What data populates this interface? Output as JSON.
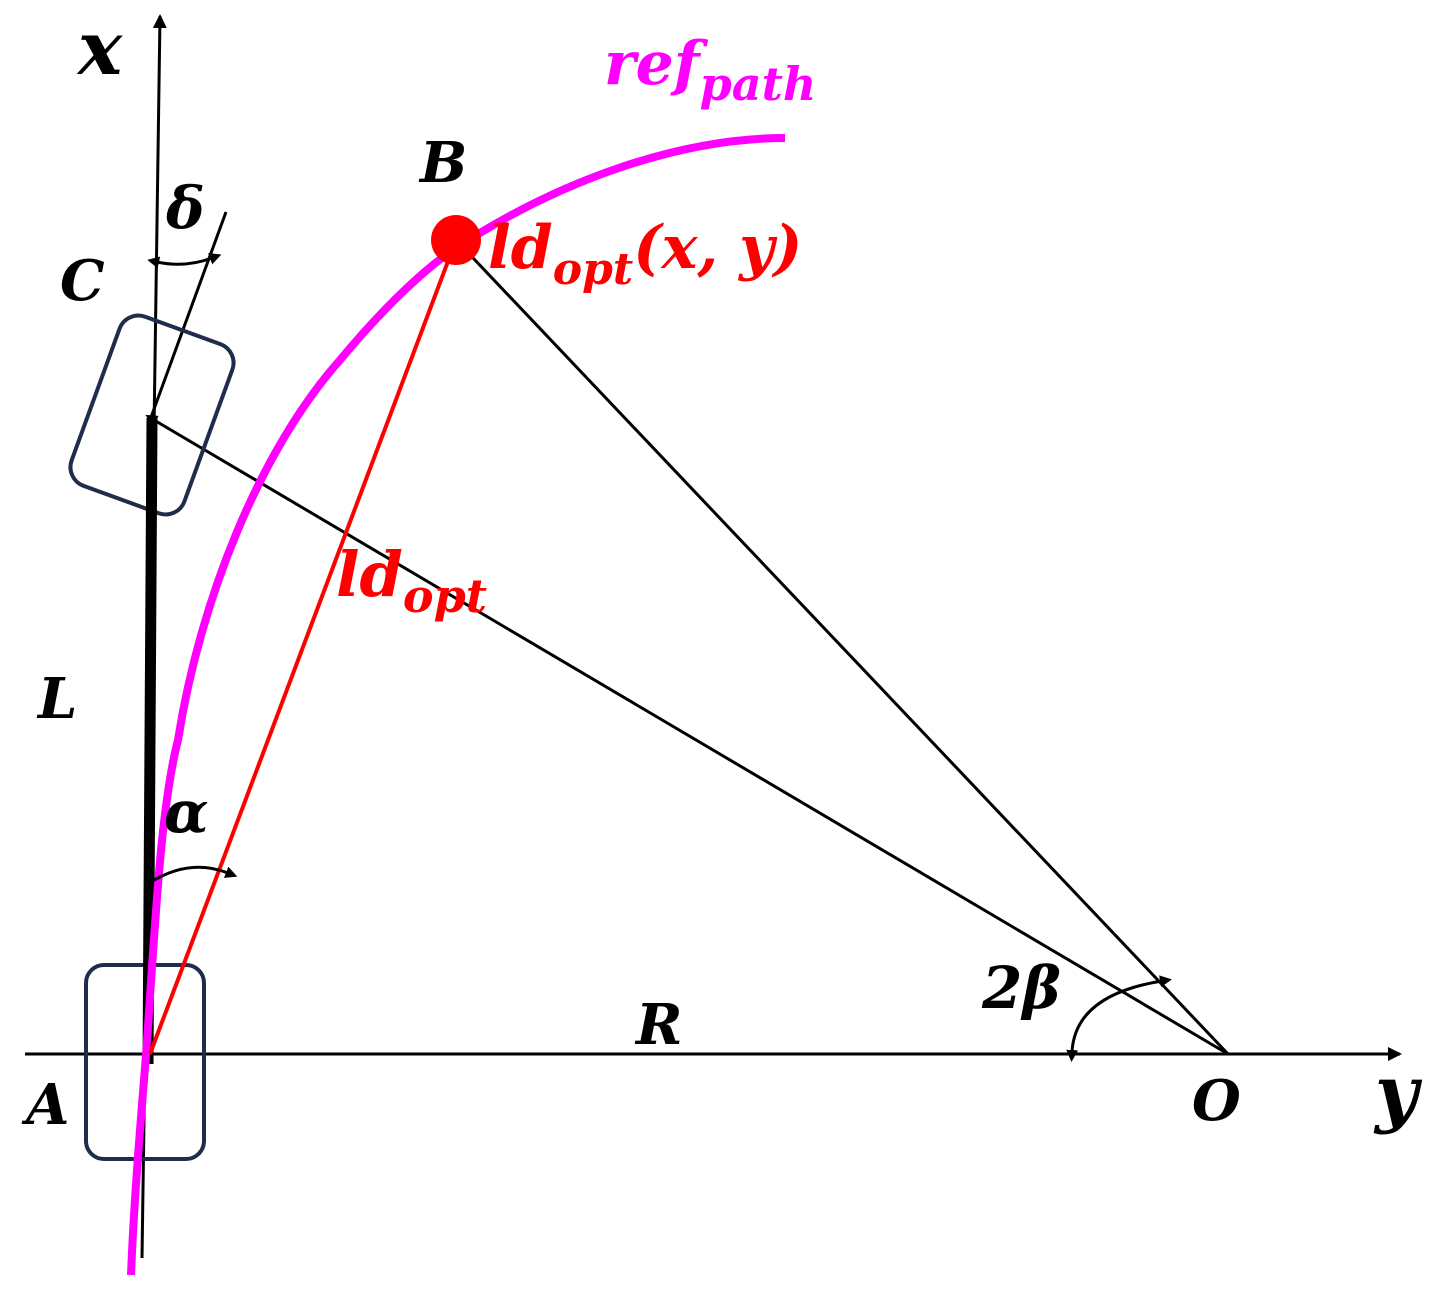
{
  "labels": {
    "axis_x": "x",
    "axis_y": "y",
    "point_a": "A",
    "point_b": "B",
    "point_c": "C",
    "point_o": "O",
    "wheelbase": "L",
    "radius": "R",
    "steer_angle": "δ",
    "look_angle": "α",
    "center_angle": "2β",
    "ref_path_main": "ref",
    "ref_path_sub": "path",
    "lookahead_main": "ld",
    "lookahead_sub": "opt",
    "lookahead_point_main": "ld",
    "lookahead_point_sub": "opt",
    "lookahead_point_args": "(x, y)"
  },
  "colors": {
    "axes": "#000000",
    "ref_path": "#ff00ff",
    "lookahead": "#ff0000",
    "wheel": "#1f2d4d",
    "construction": "#000000"
  }
}
